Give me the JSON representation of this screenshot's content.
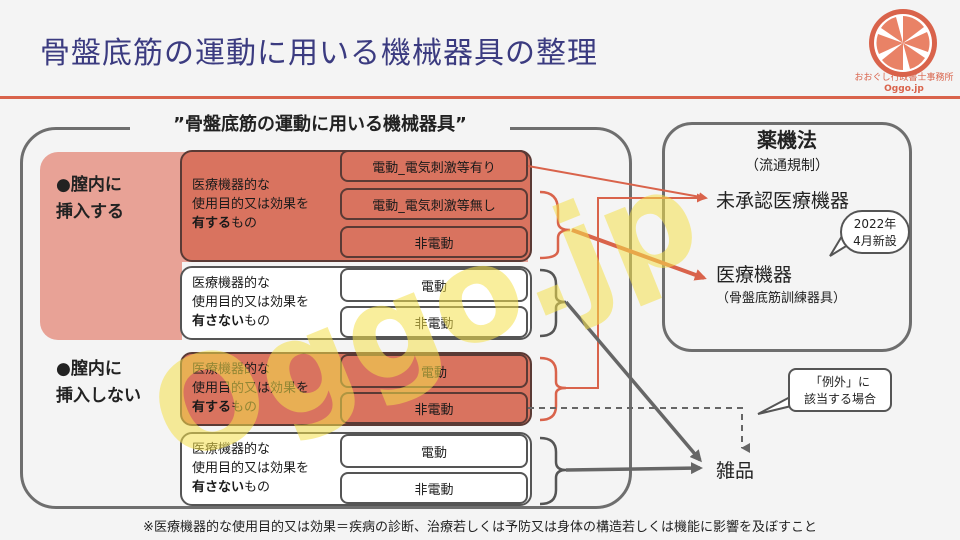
{
  "page": {
    "title": "骨盤底筋の運動に用いる機械器具の整理",
    "footnote": "※医療機器的な使用目的又は効果＝疾病の診断、治療若しくは予防又は身体の構造若しくは機能に影響を及ぼすこと"
  },
  "logo": {
    "name": "おおぐし行政書士事務所",
    "url": "Oggo.jp",
    "color": "#d9634b"
  },
  "watermark": {
    "text": "Oggo.jp"
  },
  "outer": {
    "label": "”骨盤底筋の運動に用いる機械器具”"
  },
  "insert": {
    "line1": "●膣内に",
    "line2": "挿入する"
  },
  "no_insert": {
    "line1": "●膣内に",
    "line2": "挿入しない"
  },
  "groups": {
    "purpose_line1": "医療機器的な",
    "purpose_line2": "使用目的又は効果を",
    "has": "有する",
    "has_not": "有さない",
    "suffix": "もの"
  },
  "items": {
    "stim_yes": "電動_電気刺激等有り",
    "stim_no": "電動_電気刺激等無し",
    "electric": "電動",
    "non_electric": "非電動"
  },
  "yakki": {
    "title": "薬機法",
    "subtitle": "（流通規制）",
    "unapproved": "未承認医療機器",
    "device": "医療機器",
    "device_sub": "（骨盤底筋訓練器具）"
  },
  "bubble_new": {
    "line1": "2022年",
    "line2": "4月新設"
  },
  "bubble_exception": {
    "line1": "「例外」に",
    "line2": "該当する場合"
  },
  "misc": {
    "label": "雑品"
  },
  "colors": {
    "accent": "#d9634b",
    "filled": "#d9735f",
    "pink": "#e8a296",
    "title": "#3b3b80"
  }
}
